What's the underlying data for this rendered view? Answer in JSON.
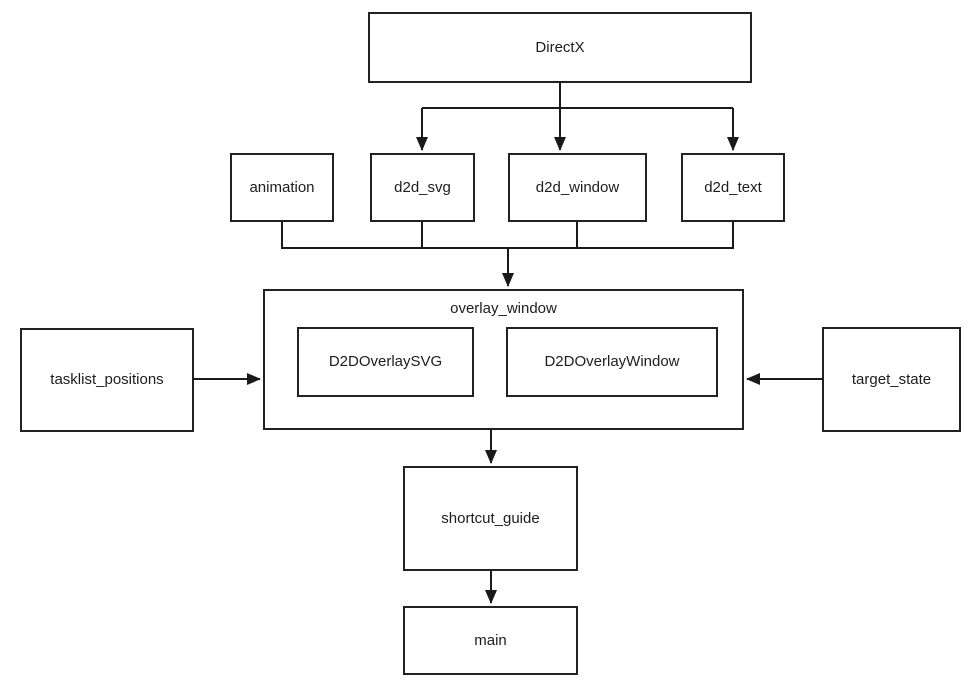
{
  "diagram": {
    "type": "flowchart",
    "nodes": {
      "directx": {
        "label": "DirectX"
      },
      "animation": {
        "label": "animation"
      },
      "d2d_svg": {
        "label": "d2d_svg"
      },
      "d2d_window": {
        "label": "d2d_window"
      },
      "d2d_text": {
        "label": "d2d_text"
      },
      "overlay_window": {
        "label": "overlay_window"
      },
      "d2d_overlay_svg": {
        "label": "D2DOverlaySVG"
      },
      "d2d_overlay_window": {
        "label": "D2DOverlayWindow"
      },
      "tasklist_positions": {
        "label": "tasklist_positions"
      },
      "target_state": {
        "label": "target_state"
      },
      "shortcut_guide": {
        "label": "shortcut_guide"
      },
      "main": {
        "label": "main"
      }
    },
    "edges": [
      {
        "from": "DirectX",
        "to": "d2d_svg"
      },
      {
        "from": "DirectX",
        "to": "d2d_window"
      },
      {
        "from": "DirectX",
        "to": "d2d_text"
      },
      {
        "from": "animation",
        "to": "overlay_window"
      },
      {
        "from": "d2d_svg",
        "to": "overlay_window"
      },
      {
        "from": "d2d_window",
        "to": "overlay_window"
      },
      {
        "from": "d2d_text",
        "to": "overlay_window"
      },
      {
        "from": "tasklist_positions",
        "to": "overlay_window"
      },
      {
        "from": "target_state",
        "to": "overlay_window"
      },
      {
        "from": "overlay_window",
        "to": "shortcut_guide"
      },
      {
        "from": "shortcut_guide",
        "to": "main"
      }
    ],
    "colors": {
      "background": "#ffffff",
      "box_fill": "#ffffff",
      "box_border": "#222222",
      "connector": "#1a1a1a",
      "text": "#1d1d1d"
    }
  }
}
